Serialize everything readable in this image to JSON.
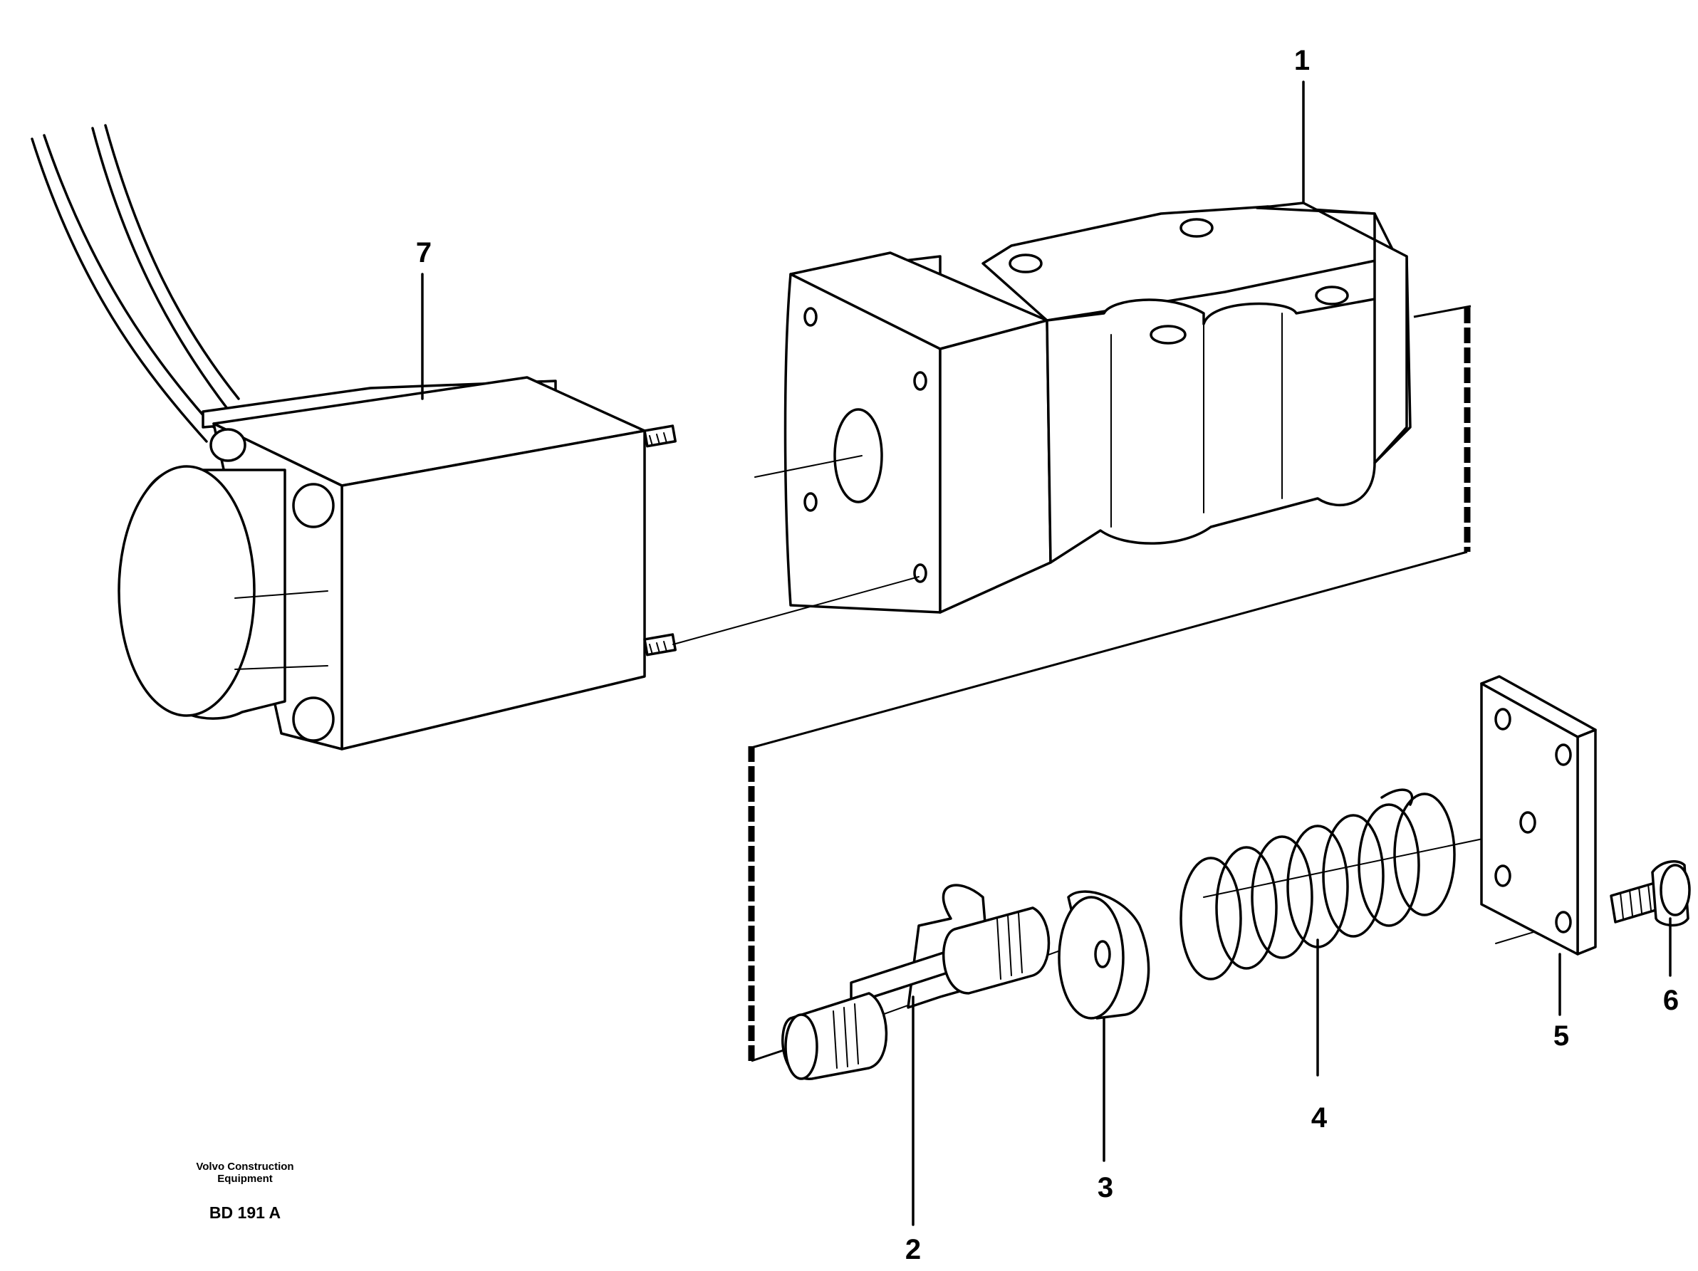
{
  "diagram": {
    "callouts": [
      {
        "id": "1",
        "label": "1"
      },
      {
        "id": "2",
        "label": "2"
      },
      {
        "id": "3",
        "label": "3"
      },
      {
        "id": "4",
        "label": "4"
      },
      {
        "id": "5",
        "label": "5"
      },
      {
        "id": "6",
        "label": "6"
      },
      {
        "id": "7",
        "label": "7"
      }
    ]
  },
  "footer": {
    "company": "Volvo Construction\nEquipment",
    "code": "BD 191 A"
  }
}
